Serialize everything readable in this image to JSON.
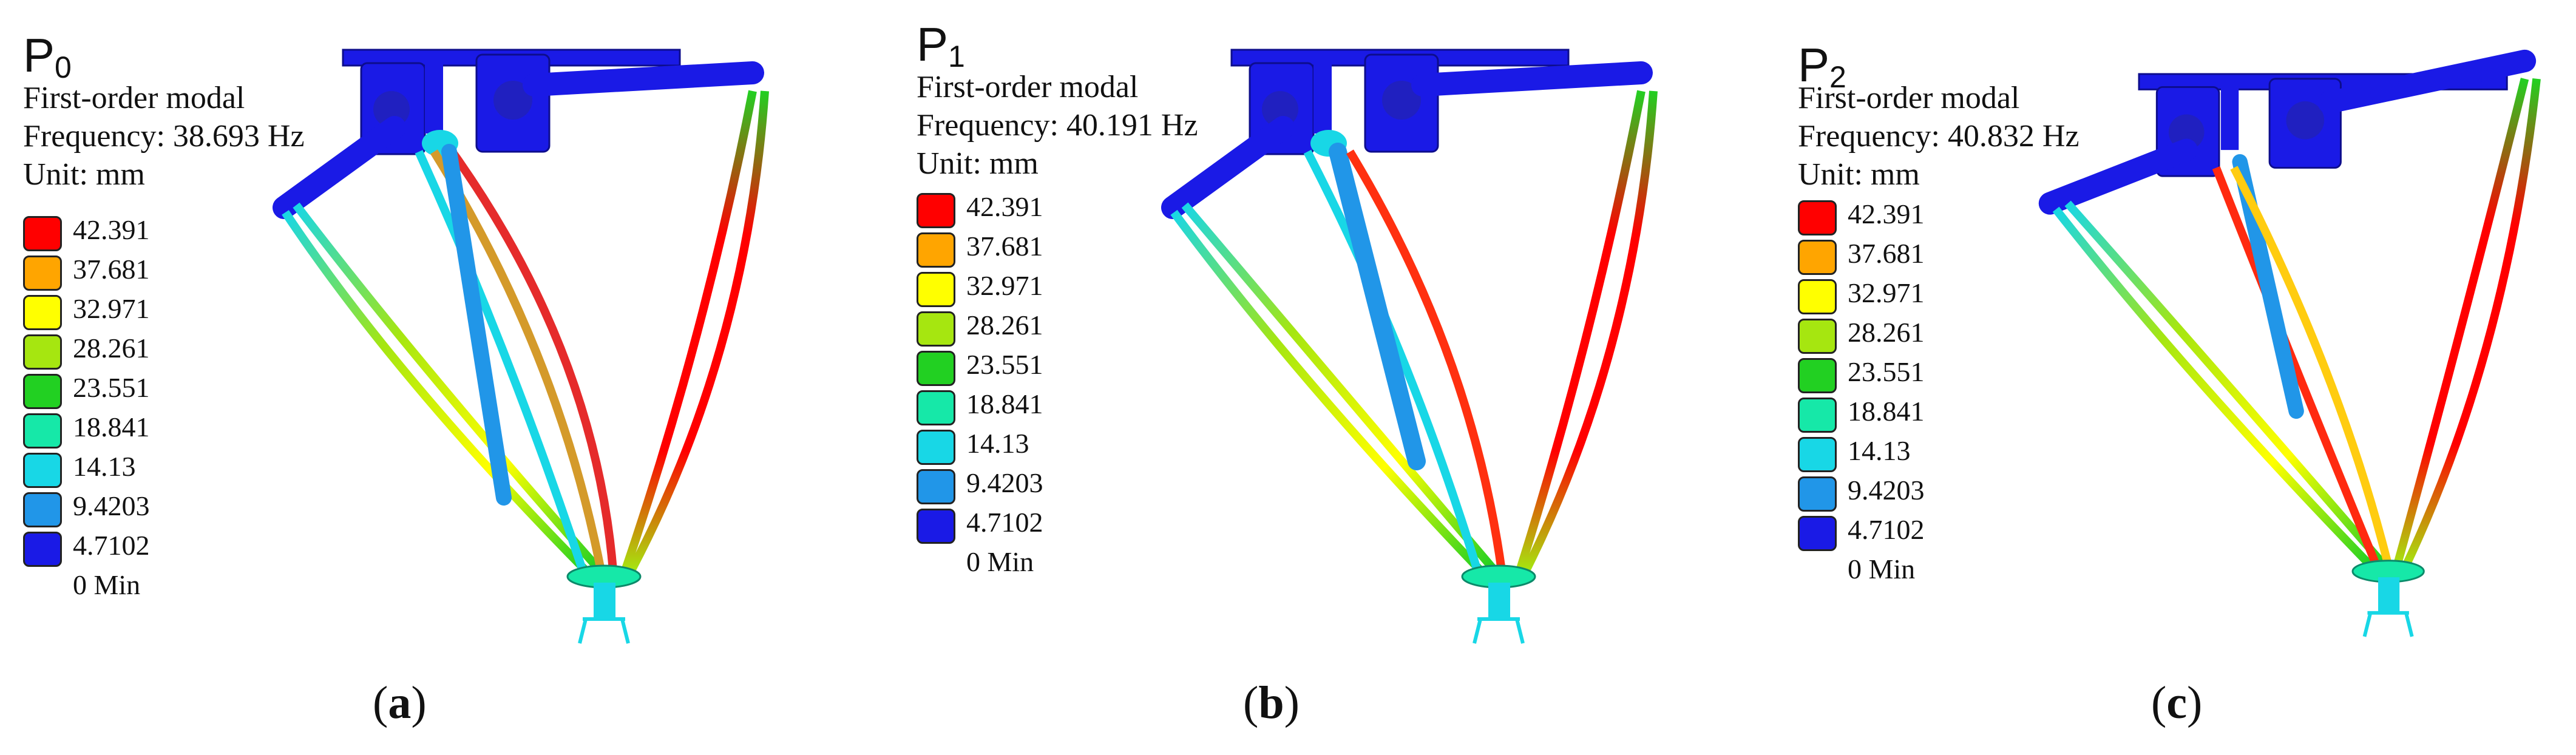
{
  "colors": [
    "#ff0000",
    "#ffa500",
    "#ffff00",
    "#a6e610",
    "#22d022",
    "#16e8a8",
    "#18d7e6",
    "#2196e8",
    "#1a1ae6"
  ],
  "legend_levels": [
    "42.391",
    "37.681",
    "32.971",
    "28.261",
    "23.551",
    "18.841",
    "14.13",
    "9.4203",
    "4.7102",
    "0 Min"
  ],
  "panels": [
    {
      "label_main": "P",
      "label_sub": "0",
      "mode": "First-order modal",
      "frequency": "Frequency: 38.693 Hz",
      "unit": "Unit: mm",
      "caption_open": "(",
      "caption_letter": "a",
      "caption_close": ")"
    },
    {
      "label_main": "P",
      "label_sub": "1",
      "mode": "First-order modal",
      "frequency": "Frequency: 40.191 Hz",
      "unit": "Unit: mm",
      "caption_open": "(",
      "caption_letter": "b",
      "caption_close": ")"
    },
    {
      "label_main": "P",
      "label_sub": "2",
      "mode": "First-order modal",
      "frequency": "Frequency: 40.832 Hz",
      "unit": "Unit: mm",
      "caption_open": "(",
      "caption_letter": "c",
      "caption_close": ")"
    }
  ]
}
